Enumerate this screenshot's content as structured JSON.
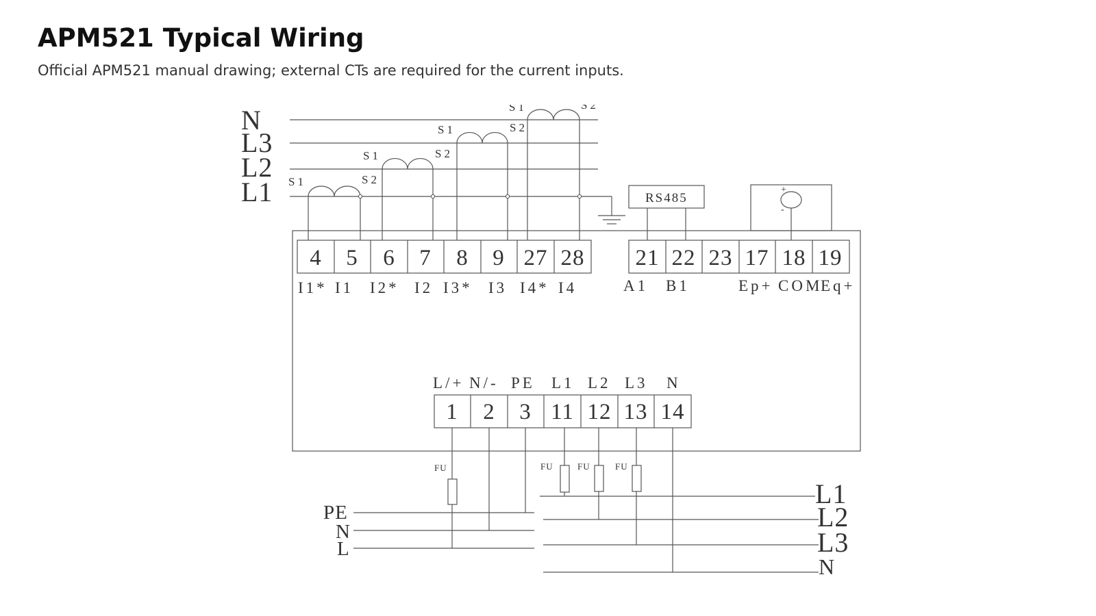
{
  "header": {
    "title": "APM521 Typical Wiring",
    "subtitle": "Official APM521 manual drawing; external CTs are required for the current inputs."
  },
  "diagram": {
    "top_bus": {
      "N": "N",
      "L3": "L3",
      "L2": "L2",
      "L1": "L1"
    },
    "ct": {
      "s1": "S1",
      "s2": "S2"
    },
    "current_terminals": [
      "4",
      "5",
      "6",
      "7",
      "8",
      "9",
      "27",
      "28"
    ],
    "current_labels": {
      "i1s": "I1*",
      "i1": "I1",
      "i2s": "I2*",
      "i2": "I2",
      "i3s": "I3*",
      "i3": "I3",
      "i4s": "I4*",
      "i4": "I4"
    },
    "comm_terminals": [
      "21",
      "22",
      "23",
      "17",
      "18",
      "19"
    ],
    "comm_labels": {
      "a1": "A1",
      "b1": "B1",
      "ep": "Ep+",
      "com": "COM",
      "eq": "Eq+"
    },
    "rs485": "RS485",
    "pulse": {
      "plus": "+",
      "minus": "-"
    },
    "power_terminals": [
      "1",
      "2",
      "3",
      "11",
      "12",
      "13",
      "14"
    ],
    "power_labels": {
      "lp": "L/+",
      "nm": "N/-",
      "pe": "PE",
      "l1": "L1",
      "l2": "L2",
      "l3": "L3",
      "n": "N"
    },
    "fuse": "FU",
    "aux_bus": {
      "PE": "PE",
      "N": "N",
      "L": "L"
    },
    "bottom_bus": {
      "L1": "L1",
      "L2": "L2",
      "L3": "L3",
      "N": "N"
    }
  }
}
